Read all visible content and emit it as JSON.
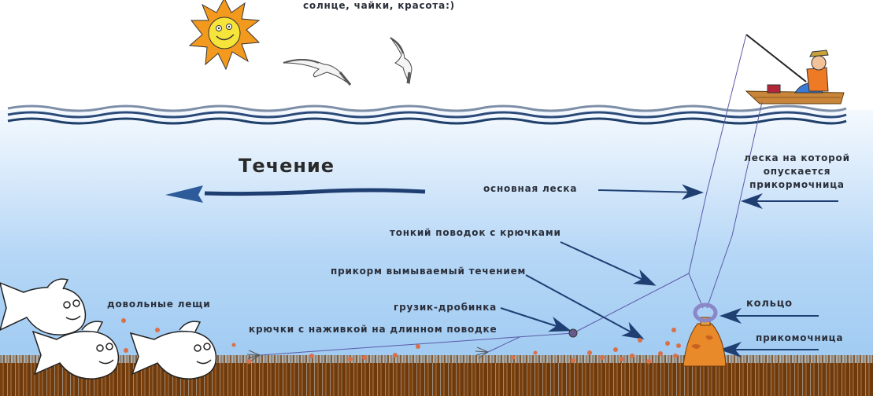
{
  "header": {
    "caption": "солнце, чайки, красота:)"
  },
  "current": {
    "label": "Течение",
    "direction": "left"
  },
  "labels": {
    "feeder_line": "леска на которой опускается прикормочница",
    "feeder_line_lines": [
      "леска на которой",
      "опускается",
      "прикормочница"
    ],
    "main_line": "основная леска",
    "thin_leader": "тонкий поводок с крючками",
    "bait_washed": "прикорм вымываемый течением",
    "sinker": "грузик-дробинка",
    "hooks_long_leader": "крючки с наживкой на длинном поводке",
    "happy_bream": "довольные лещи",
    "ring": "кольцо",
    "feeder": "прикомочница"
  },
  "colors": {
    "arrow": "#1f3f73",
    "line": "#5a5aa8",
    "sun": "#f39a1e",
    "sun_face": "#f7e43a",
    "bait": "#d9704a",
    "feeder_bag": "#e88a2a",
    "ground": "#7b3f0c"
  },
  "illustrations": [
    "sun-icon",
    "seagull-icon",
    "seagull-icon",
    "fisherman-in-boat",
    "waves",
    "bream-fish",
    "bream-fish",
    "bream-fish",
    "feeder-bag",
    "ring",
    "hooks",
    "sinker"
  ]
}
